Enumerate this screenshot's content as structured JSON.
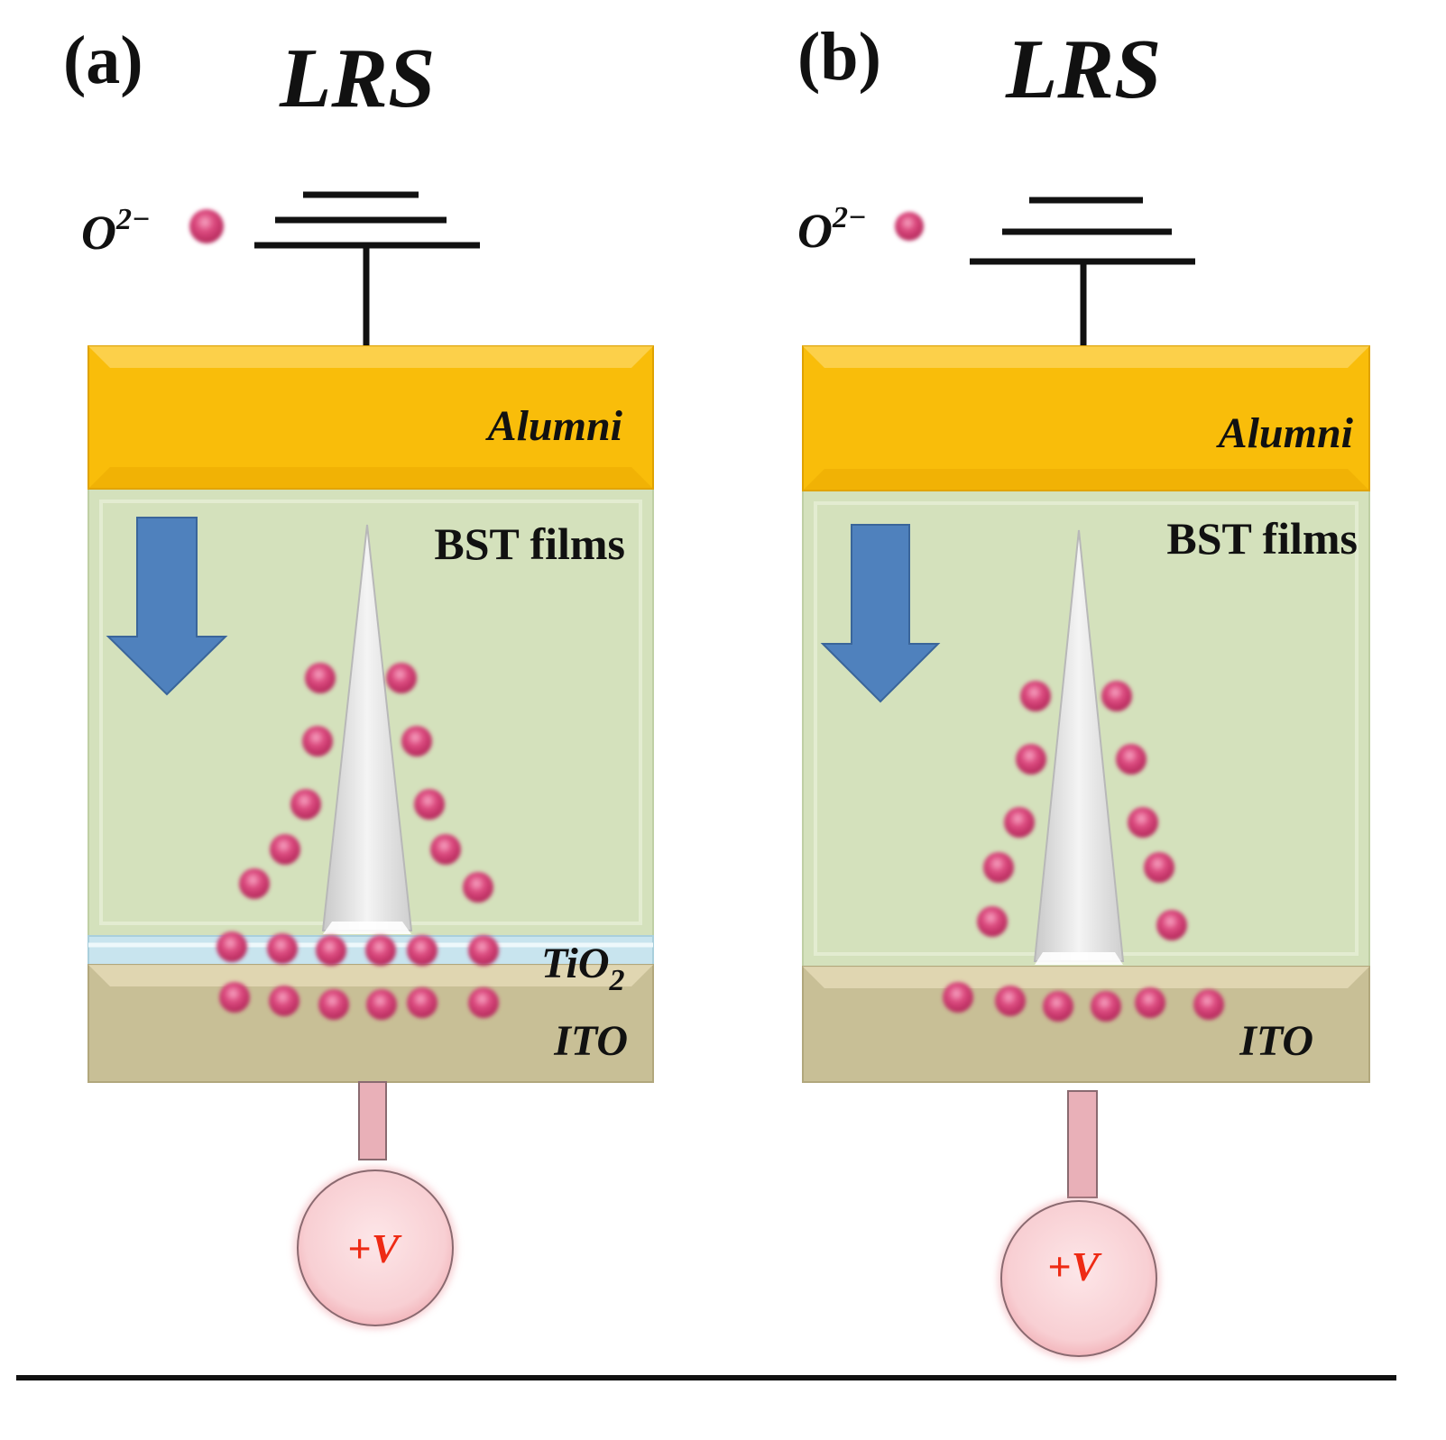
{
  "panels": [
    {
      "label": "(a)",
      "state": "LRS",
      "ion_label": "O",
      "ion_charge": "2−",
      "layers": {
        "top_electrode": "Alumni",
        "film": "BST films",
        "interlayer": "TiO",
        "interlayer_sub": "2",
        "bottom_electrode": "ITO"
      },
      "bias_sign": "+",
      "bias_symbol": "V",
      "has_interlayer": true
    },
    {
      "label": "(b)",
      "state": "LRS",
      "ion_label": "O",
      "ion_charge": "2−",
      "layers": {
        "top_electrode": "Alumni",
        "film": "BST films",
        "bottom_electrode": "ITO"
      },
      "bias_sign": "+",
      "bias_symbol": "V",
      "has_interlayer": false
    }
  ],
  "colors": {
    "alumni": "#f9bd0a",
    "bst": "#d4e1bc",
    "tio2": "#c8e4ee",
    "ito": "#c8bf96",
    "arrow": "#4f81bd",
    "ion": "#d63c72",
    "filament": "#e2e2e2",
    "bias": "#f7c2c7",
    "bias_text": "#ee2a14"
  }
}
